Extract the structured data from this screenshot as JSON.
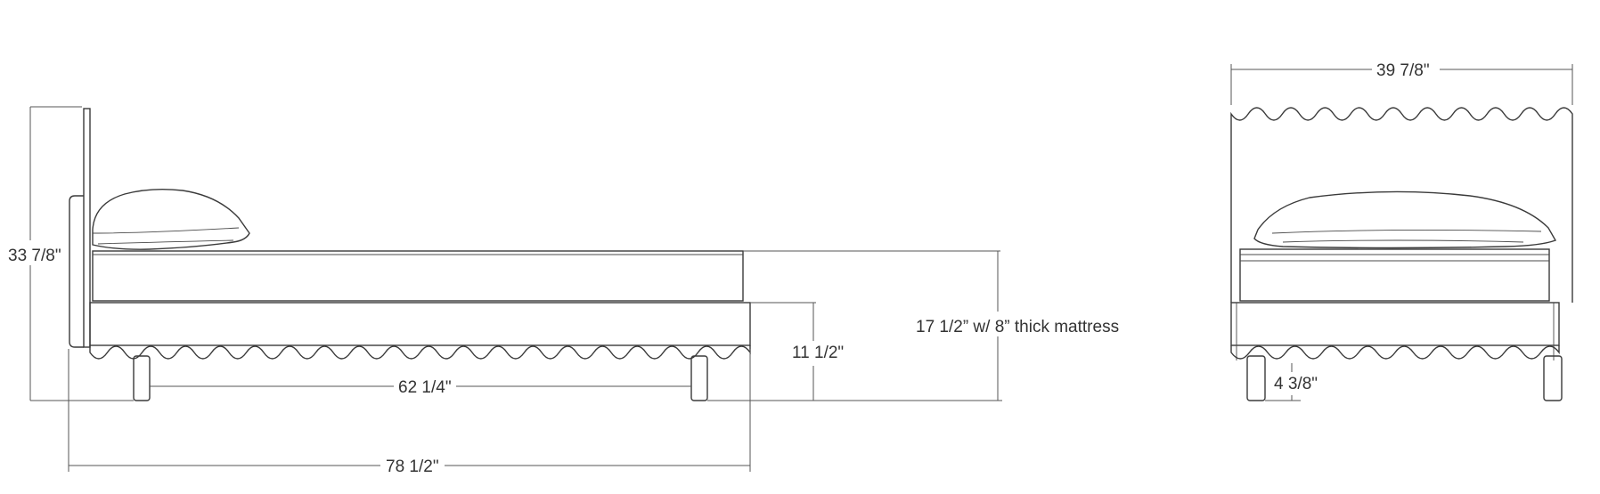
{
  "dimensions": {
    "headboard_height": "33 7/8\"",
    "leg_span": "62 1/4\"",
    "overall_length": "78 1/2\"",
    "frame_height": "11 1/2\"",
    "mattress_height": "17 1/2” w/ 8” thick mattress",
    "overall_width": "39 7/8\"",
    "leg_clearance": "4 3/8\""
  }
}
